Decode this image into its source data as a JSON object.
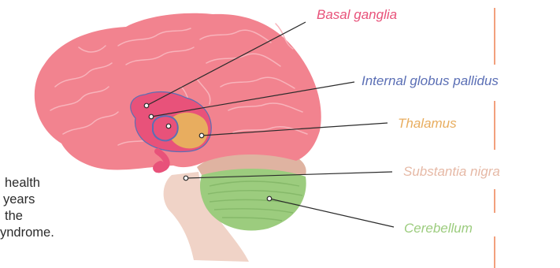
{
  "body_text_fragments": [
    "health",
    "years",
    "the",
    "yndrome."
  ],
  "labels": {
    "basal_ganglia": "Basal ganglia",
    "internal_globus_pallidus": "Internal globus pallidus",
    "thalamus": "Thalamus",
    "substantia_nigra": "Substantia nigra",
    "cerebellum": "Cerebellum"
  },
  "colors": {
    "brain": "#f2838f",
    "basal_ganglia": "#e8527a",
    "globus_pallidus": "#5b6fb5",
    "thalamus": "#e8ad5f",
    "substantia_nigra": "#e6b9a6",
    "cerebellum": "#9ccc7e",
    "brainstem": "#f0d3c7",
    "accent_line": "#f2a07d",
    "body_text": "#2b2b2b"
  }
}
